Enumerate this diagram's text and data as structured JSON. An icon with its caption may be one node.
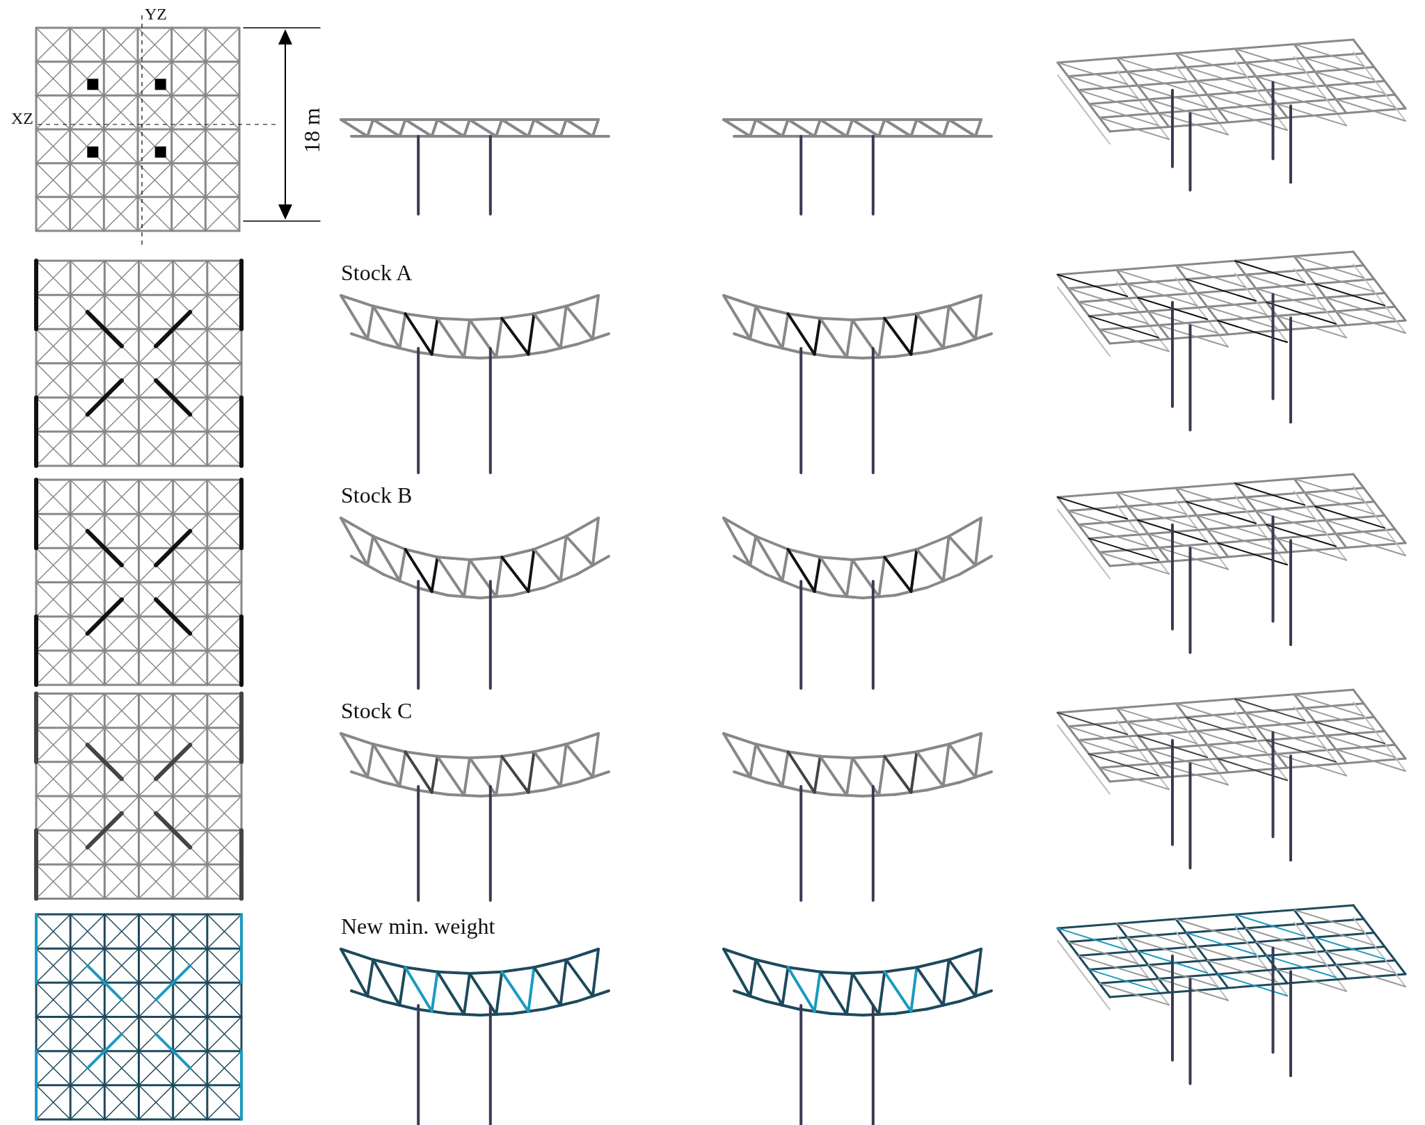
{
  "diagram": {
    "labels": [
      "YZ",
      "XZ",
      "18 m",
      "Stock A",
      "Stock B",
      "Stock C",
      "New min. weight"
    ]
  }
}
